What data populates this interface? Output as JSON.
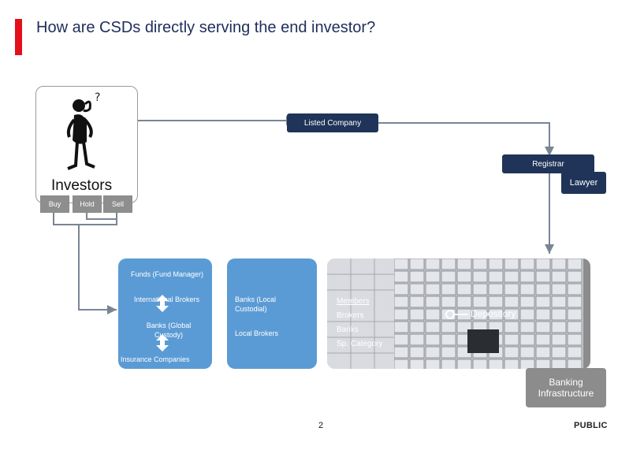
{
  "title": "How are CSDs directly serving the end investor?",
  "investors": {
    "label": "Investors",
    "actions": [
      "Buy",
      "Hold",
      "Sell"
    ],
    "thought": "?"
  },
  "listed_company": "Listed Company",
  "registrar": "Registrar",
  "lawyer": "Lawyer",
  "left_panel": {
    "heading": "Funds (Fund Manager)",
    "intl_brokers": "International Brokers",
    "global_custody": "Banks (Global Custody)",
    "insurance": "Insurance Companies"
  },
  "middle_panel": {
    "banks_local": "Banks (Local Custodial)",
    "local_brokers": "Local Brokers"
  },
  "depository": {
    "label": "Depository",
    "members_heading": "Members",
    "members": [
      "Brokers",
      "Banks",
      "Sp. Category"
    ]
  },
  "banking_infrastructure": "Banking Infrastructure",
  "page_number": "2",
  "classification": "PUBLIC",
  "colors": {
    "accent_red": "#e3101b",
    "navy": "#1f3458",
    "panel_blue": "#5b9bd5",
    "gray": "#8c8c8c"
  }
}
